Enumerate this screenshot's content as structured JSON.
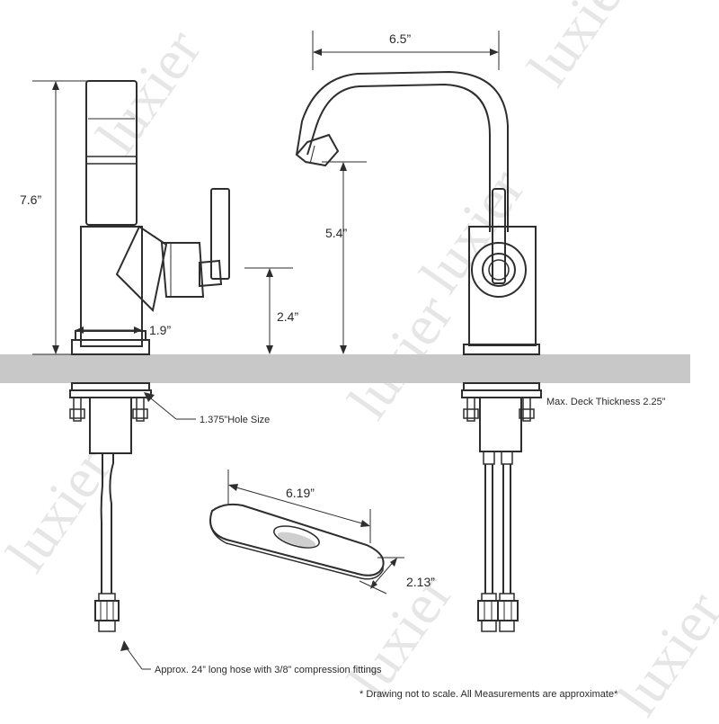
{
  "watermark": "luxier",
  "dimensions": {
    "spout_reach": "6.5”",
    "overall_height": "7.6”",
    "spout_height": "5.4”",
    "handle_height": "2.4”",
    "base_width": "1.9”",
    "plate_length": "6.19”",
    "plate_width": "2.13”"
  },
  "callouts": {
    "hole_size": "1.375”Hole Size",
    "deck_thickness": "Max. Deck Thickness 2.25”",
    "hose": "Approx. 24” long hose with 3/8” compression fittings"
  },
  "footnote": "* Drawing not to scale. All Measurements are approximate*",
  "colors": {
    "line": "#2e2e2e",
    "deck": "#c8c8c8",
    "watermark": "#e6e6e6"
  }
}
